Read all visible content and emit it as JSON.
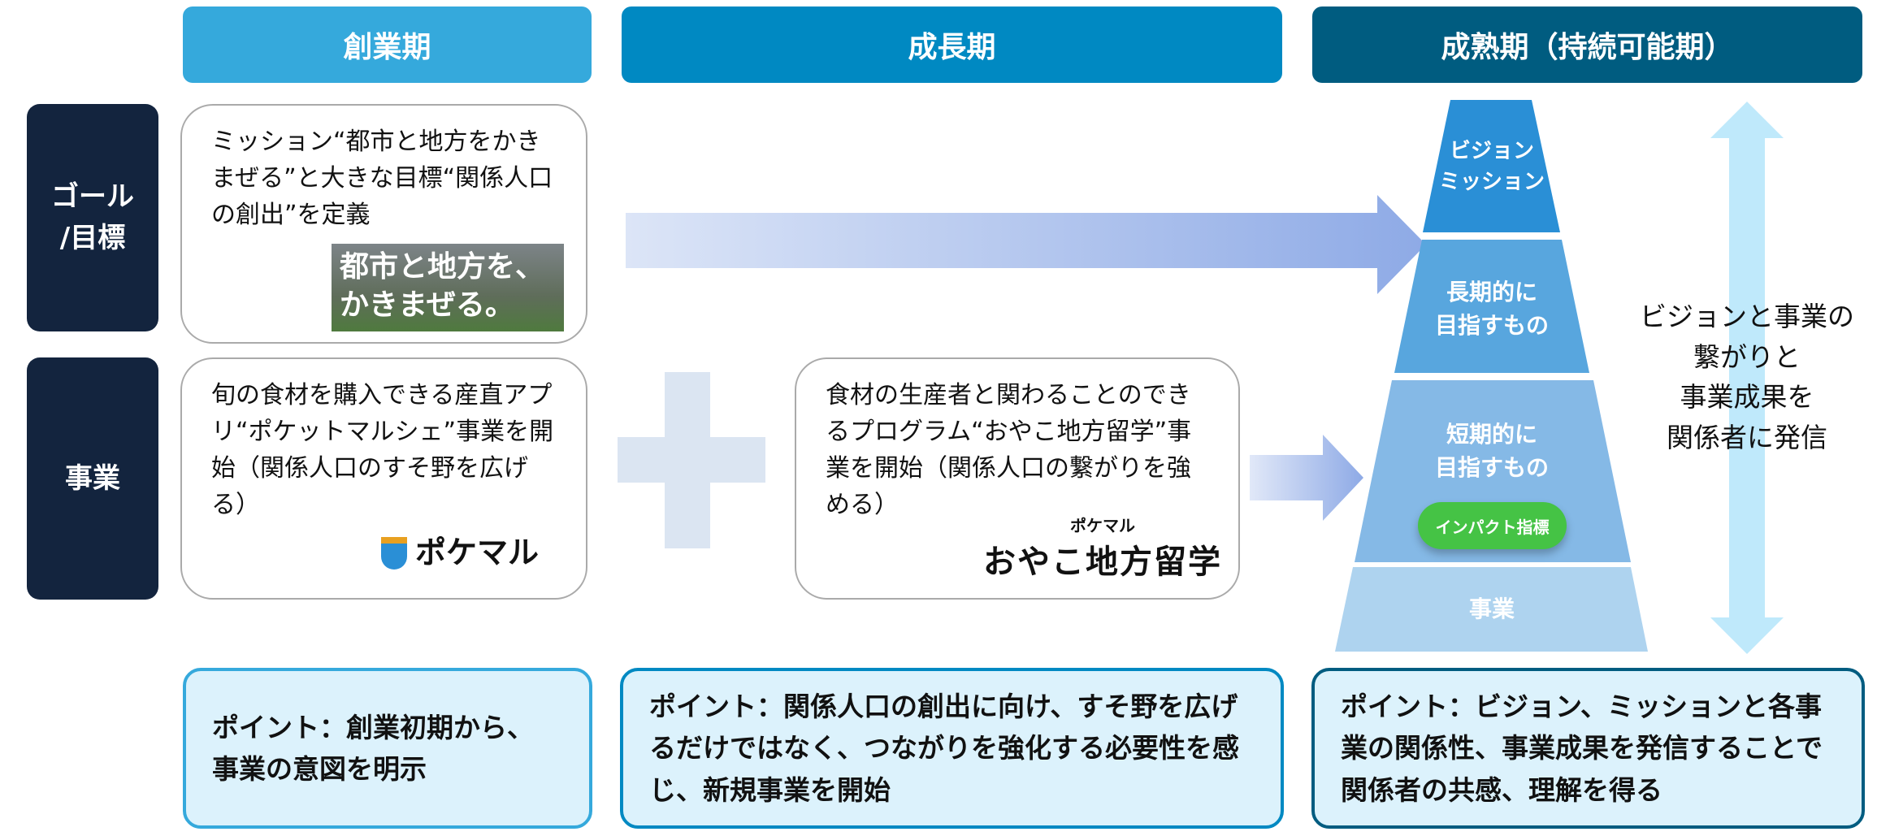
{
  "headers": [
    "創業期",
    "成長期",
    "成熟期（持続可能期）"
  ],
  "row_labels": {
    "goal": "ゴール\n/目標",
    "business": "事業"
  },
  "goal_box": {
    "text": "ミッション“都市と地方をかきまぜる”と大きな目標“関係人口の創出”を定義",
    "image_text": "都市と地方を、\nかきまぜる。"
  },
  "business_box_1": {
    "text": "旬の食材を購入できる産直アプリ“ポケットマルシェ”事業を開始（関係人口のすそ野を広げる）",
    "logo": "ポケマル"
  },
  "business_box_2": {
    "text": "食材の生産者と関わることのできるプログラム“おやこ地方留学”事業を開始（関係人口の繋がりを強める）",
    "logo_small": "ポケマル",
    "logo": "おやこ地方留学"
  },
  "pyramid": {
    "levels": [
      "ビジョン\nミッション",
      "長期的に\n目指すもの",
      "短期的に\n目指すもの",
      "事業"
    ],
    "badge": "インパクト指標"
  },
  "side_text": "ビジョンと事業の\n繋がりと\n事業成果を\n関係者に発信",
  "points": [
    "ポイント：創業初期から、\n事業の意図を明示",
    "ポイント：関係人口の創出に向け、すそ野を広げるだけではなく、つながりを強化する必要性を感じ、新規事業を開始",
    "ポイント：ビジョン、ミッションと各事業の関係性、事業成果を発信することで関係者の共感、理解を得る"
  ],
  "colors": {
    "header1": "#35a9dc",
    "header2": "#0089c2",
    "header3": "#005c80",
    "navy": "#13243e",
    "badge": "#45c345"
  }
}
